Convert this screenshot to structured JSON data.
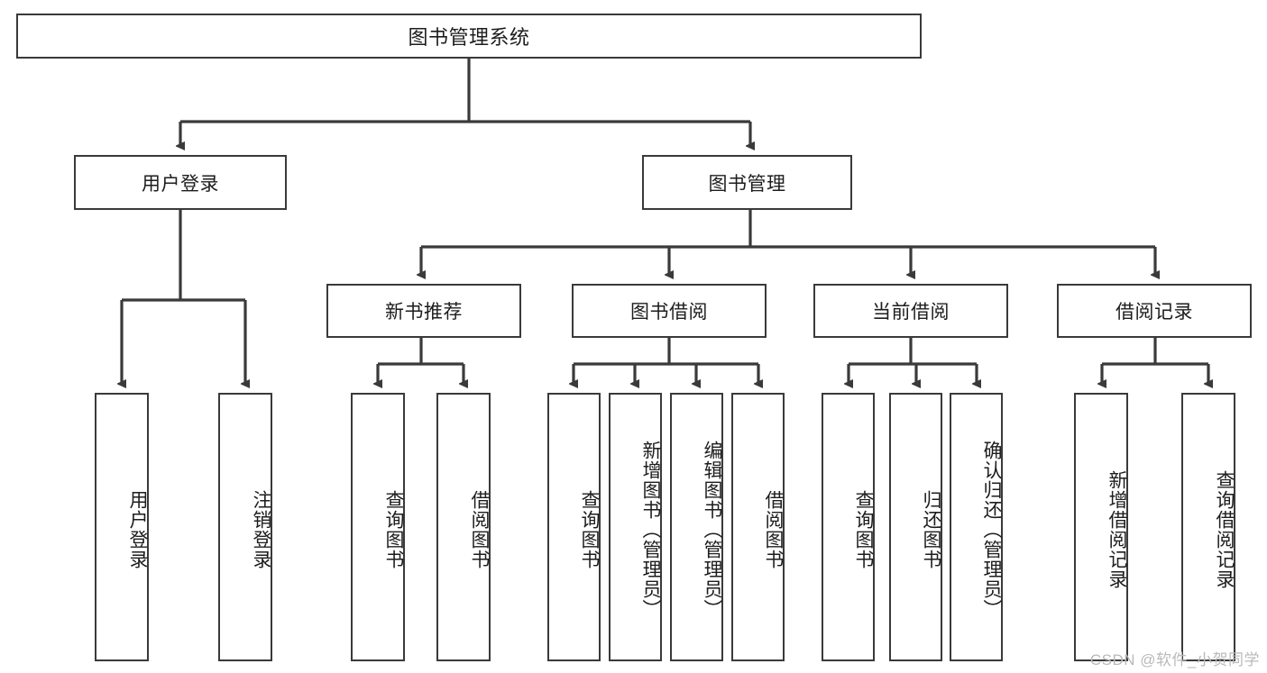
{
  "diagram": {
    "title": "图书管理系统",
    "watermark": "CSDN @软件_小贺同学",
    "line_color": "#3a3a3a",
    "box_fill": "#ffffff",
    "text_color": "#1d1d1d",
    "watermark_color": "#b9b9b9"
  },
  "root": {
    "label": "图书管理系统"
  },
  "level2": {
    "user_login": {
      "label": "用户登录"
    },
    "book_manage": {
      "label": "图书管理"
    }
  },
  "level3": {
    "new_book_rec": {
      "label": "新书推荐"
    },
    "book_borrow": {
      "label": "图书借阅"
    },
    "current_borrow": {
      "label": "当前借阅"
    },
    "borrow_record": {
      "label": "借阅记录"
    }
  },
  "leaves": {
    "user_login_children": [
      {
        "label": "用户登录"
      },
      {
        "label": "注销登录"
      }
    ],
    "new_book_rec_children": [
      {
        "label": "查询图书"
      },
      {
        "label": "借阅图书"
      }
    ],
    "book_borrow_children": [
      {
        "label": "查询图书"
      },
      {
        "label": "新增图书（管理员）"
      },
      {
        "label": "编辑图书（管理员）"
      },
      {
        "label": "借阅图书"
      }
    ],
    "current_borrow_children": [
      {
        "label": "查询图书"
      },
      {
        "label": "归还图书"
      },
      {
        "label": "确认归还（管理员）"
      }
    ],
    "borrow_record_children": [
      {
        "label": "新增借阅记录"
      },
      {
        "label": "查询借阅记录"
      }
    ]
  },
  "chart_data": {
    "type": "diagram",
    "structure": "tree",
    "title": "图书管理系统",
    "nodes": [
      {
        "id": "root",
        "label": "图书管理系统",
        "level": 0,
        "parent": null
      },
      {
        "id": "user_login",
        "label": "用户登录",
        "level": 1,
        "parent": "root"
      },
      {
        "id": "book_manage",
        "label": "图书管理",
        "level": 1,
        "parent": "root"
      },
      {
        "id": "ul_c1",
        "label": "用户登录",
        "level": 2,
        "parent": "user_login"
      },
      {
        "id": "ul_c2",
        "label": "注销登录",
        "level": 2,
        "parent": "user_login"
      },
      {
        "id": "new_book_rec",
        "label": "新书推荐",
        "level": 2,
        "parent": "book_manage"
      },
      {
        "id": "book_borrow",
        "label": "图书借阅",
        "level": 2,
        "parent": "book_manage"
      },
      {
        "id": "current_borrow",
        "label": "当前借阅",
        "level": 2,
        "parent": "book_manage"
      },
      {
        "id": "borrow_record",
        "label": "借阅记录",
        "level": 2,
        "parent": "book_manage"
      },
      {
        "id": "nbr_c1",
        "label": "查询图书",
        "level": 3,
        "parent": "new_book_rec"
      },
      {
        "id": "nbr_c2",
        "label": "借阅图书",
        "level": 3,
        "parent": "new_book_rec"
      },
      {
        "id": "bb_c1",
        "label": "查询图书",
        "level": 3,
        "parent": "book_borrow"
      },
      {
        "id": "bb_c2",
        "label": "新增图书（管理员）",
        "level": 3,
        "parent": "book_borrow"
      },
      {
        "id": "bb_c3",
        "label": "编辑图书（管理员）",
        "level": 3,
        "parent": "book_borrow"
      },
      {
        "id": "bb_c4",
        "label": "借阅图书",
        "level": 3,
        "parent": "book_borrow"
      },
      {
        "id": "cb_c1",
        "label": "查询图书",
        "level": 3,
        "parent": "current_borrow"
      },
      {
        "id": "cb_c2",
        "label": "归还图书",
        "level": 3,
        "parent": "current_borrow"
      },
      {
        "id": "cb_c3",
        "label": "确认归还（管理员）",
        "level": 3,
        "parent": "current_borrow"
      },
      {
        "id": "br_c1",
        "label": "新增借阅记录",
        "level": 3,
        "parent": "borrow_record"
      },
      {
        "id": "br_c2",
        "label": "查询借阅记录",
        "level": 3,
        "parent": "borrow_record"
      }
    ]
  }
}
